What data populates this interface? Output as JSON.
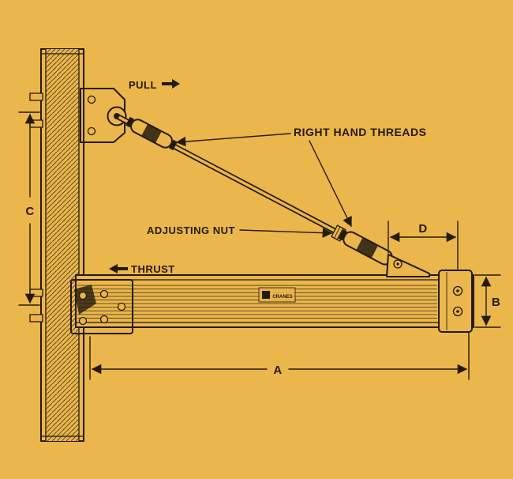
{
  "colors": {
    "background": "#EBB64C",
    "ink": "#241B0E"
  },
  "labels": {
    "pull": "PULL",
    "right_hand_threads": "RIGHT HAND THREADS",
    "adjusting_nut": "ADJUSTING NUT",
    "thrust": "THRUST"
  },
  "dimensions": {
    "a": "A",
    "b": "B",
    "c": "C",
    "d": "D"
  },
  "beam": {
    "logo_text": "CRANES"
  }
}
